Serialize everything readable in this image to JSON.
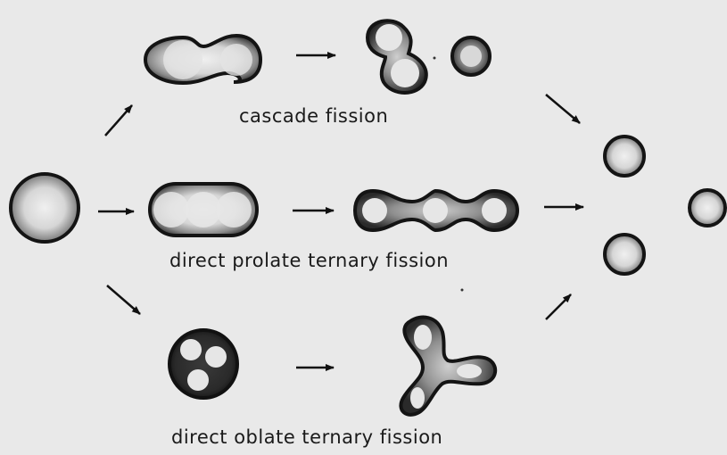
{
  "captions": {
    "cascade": "cascade fission",
    "prolate": "direct prolate ternary fission",
    "oblate": "direct oblate ternary fission"
  },
  "colors": {
    "background": "#e9e9e9",
    "outline": "#141414",
    "fill_inner": "#ececec",
    "fill_outer": "#6a6a6a"
  }
}
